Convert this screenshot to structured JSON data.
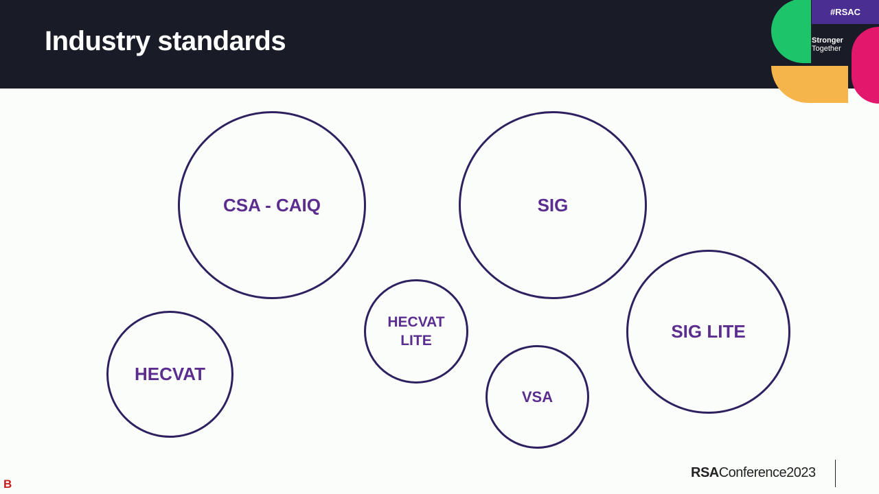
{
  "header": {
    "title": "Industry standards"
  },
  "bubbles": {
    "csa": "CSA - CAIQ",
    "sig": "SIG",
    "hecvat_lite": "HECVAT\nLITE",
    "sig_lite": "SIG LITE",
    "hecvat": "HECVAT",
    "vsa": "VSA"
  },
  "logo": {
    "hashtag": "#RSAC",
    "line1": "Stronger",
    "line2": "Together"
  },
  "footer": {
    "brand_bold": "RSA",
    "brand_rest": "Conference2023"
  },
  "corner_mark": "B",
  "colors": {
    "header_bg": "#191b27",
    "bubble_text": "#5b2d8e",
    "bubble_border": "#2e2160",
    "logo_green": "#1ec46a",
    "logo_purple": "#4b2e92",
    "logo_pink": "#e2186c",
    "logo_yellow": "#f6b54a"
  }
}
